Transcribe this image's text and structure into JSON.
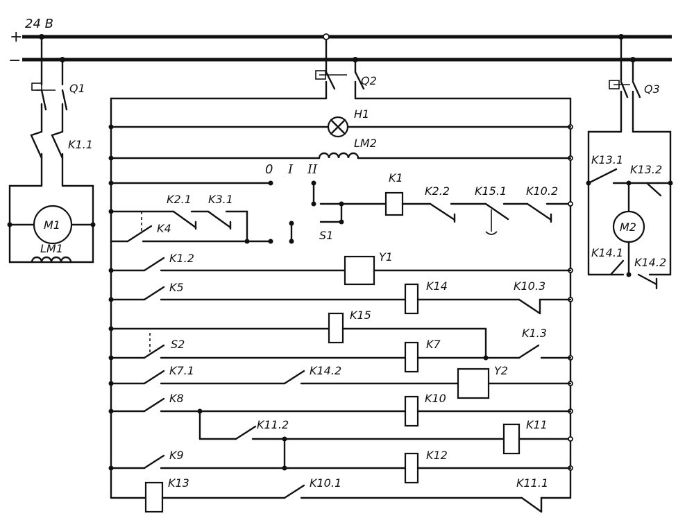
{
  "supply": {
    "plus": "+",
    "minus": "−",
    "voltage": "24 B"
  },
  "breakers": {
    "q1": "Q1",
    "q2": "Q2",
    "q3": "Q3"
  },
  "motors": {
    "m1": "M1",
    "m2": "M2",
    "lm1": "LM1",
    "lm2": "LM2"
  },
  "lamp": {
    "h1": "H1"
  },
  "selector": {
    "pos0": "0",
    "pos1": "I",
    "pos2": "II",
    "name": "S1"
  },
  "switch_s2": "S2",
  "contacts": {
    "k1_1": "K1.1",
    "k2_1": "K2.1",
    "k3_1": "K3.1",
    "k4": "K4",
    "k2_2": "K2.2",
    "k15_1": "K15.1",
    "k10_2": "K10.2",
    "k1_2": "K1.2",
    "k5": "K5",
    "k10_3": "K10.3",
    "k1_3": "K1.3",
    "k7_1": "K7.1",
    "k14_2": "K14.2",
    "k8": "K8",
    "k11_2": "K11.2",
    "k9": "K9",
    "k10_1": "K10.1",
    "k11_1": "K11.1",
    "k13_1": "K13.1",
    "k13_2": "K13.2",
    "k14_1": "K14.1",
    "k14_2b": "K14.2"
  },
  "coils": {
    "k1": "K1",
    "y1": "Y1",
    "k14": "K14",
    "k15": "K15",
    "k7": "K7",
    "y2": "Y2",
    "k10": "K10",
    "k11": "K11",
    "k12": "K12",
    "k13": "K13"
  }
}
